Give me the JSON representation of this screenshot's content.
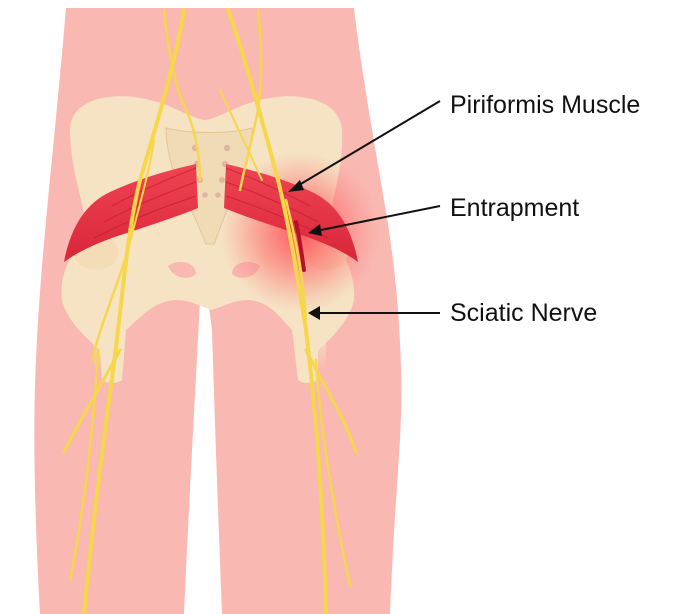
{
  "labels": {
    "piriformis": "Piriformis Muscle",
    "entrapment": "Entrapment",
    "sciatic": "Sciatic Nerve"
  },
  "colors": {
    "skin": "#f9b8b1",
    "bone": "#f5e3c4",
    "muscle": "#e8323f",
    "nerve": "#f6d64a",
    "inflammation": "#ff4d52",
    "text": "#111111"
  },
  "icons": {
    "pointer": "arrow-left-icon"
  }
}
